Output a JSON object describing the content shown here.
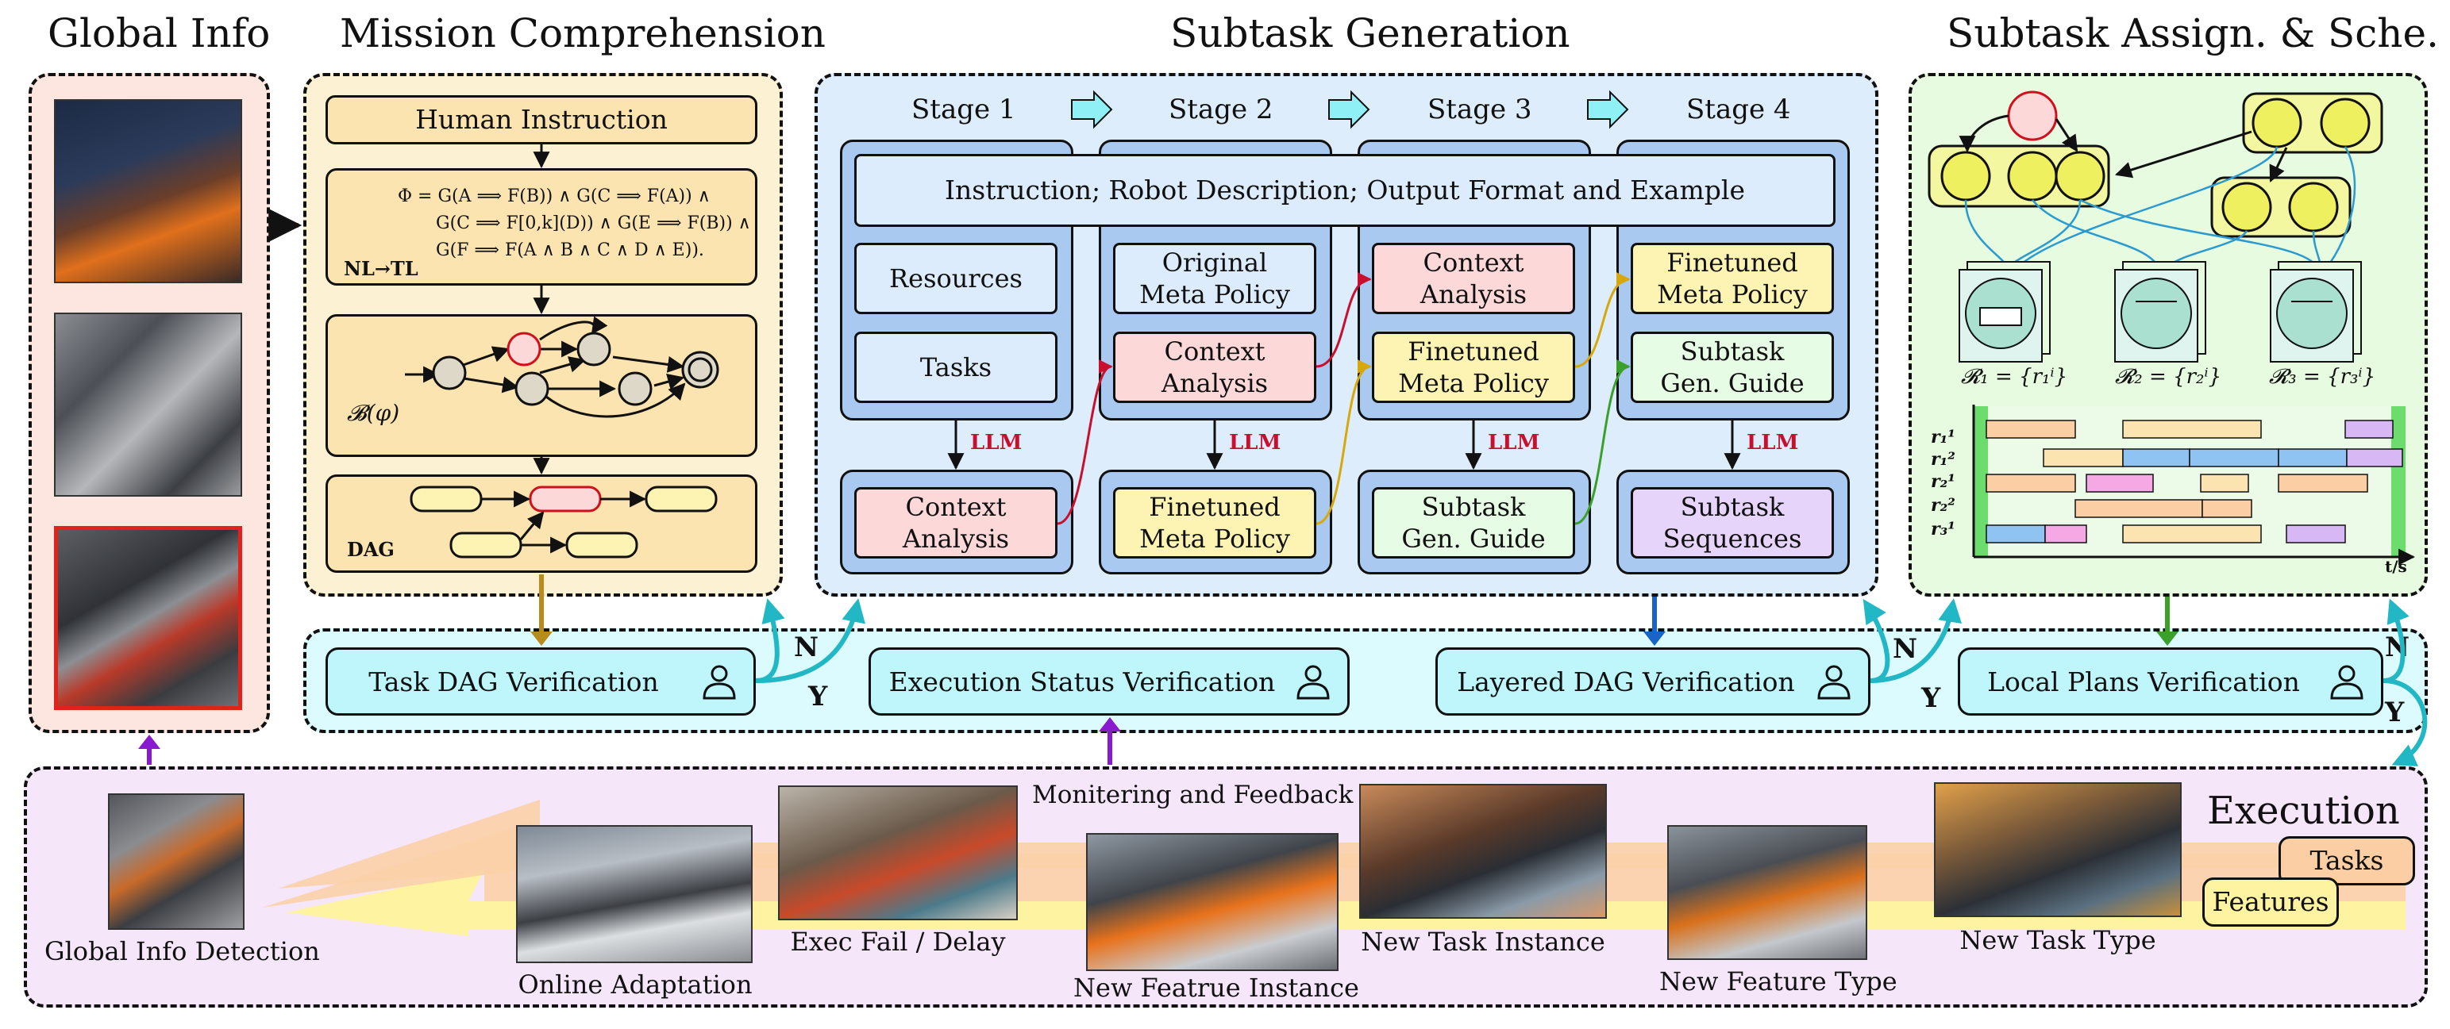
{
  "titles": {
    "global": "Global Info",
    "mission": "Mission Comprehension",
    "subtask_gen": "Subtask Generation",
    "assign": "Subtask Assign. & Sche."
  },
  "mission": {
    "human_instruction": "Human Instruction",
    "nl_tl": "NL→TL",
    "formula_lines": [
      "Φ = G(A ⟹ F(B)) ∧ G(C ⟹ F(A)) ∧",
      "G(C ⟹ F[0,k](D)) ∧ G(E ⟹ F(B)) ∧",
      "G(F ⟹ F(A ∧ B ∧ C ∧ D ∧ E))."
    ],
    "buchi_label": "𝓑(φ)",
    "dag_label": "DAG"
  },
  "subtask": {
    "stages": [
      "Stage 1",
      "Stage 2",
      "Stage 3",
      "Stage 4"
    ],
    "banner": "Instruction; Robot Description; Output Format and Example",
    "llm": "LLM",
    "s1": [
      "Resources",
      "Tasks",
      "Context\nAnalysis"
    ],
    "s2": [
      "Original\nMeta Policy",
      "Context\nAnalysis",
      "Finetuned\nMeta Policy"
    ],
    "s3": [
      "Context\nAnalysis",
      "Finetuned\nMeta Policy",
      "Subtask\nGen. Guide"
    ],
    "s4": [
      "Finetuned\nMeta Policy",
      "Subtask\nGen. Guide",
      "Subtask\nSequences"
    ]
  },
  "assign": {
    "robot_sets": [
      "𝓡₁ = {r₁ⁱ}",
      "𝓡₂ = {r₂ⁱ}",
      "𝓡₃ = {r₃ⁱ}"
    ],
    "gantt_rows": [
      "r₁¹",
      "r₁²",
      "r₂¹",
      "r₂²",
      "r₃¹"
    ],
    "time_axis": "t/s"
  },
  "verification": {
    "items": [
      "Task DAG Verification",
      "Execution Status Verification",
      "Layered DAG Verification",
      "Local Plans Verification"
    ],
    "no": "N",
    "yes": "Y"
  },
  "execution": {
    "title": "Execution",
    "monitoring": "Monitering and Feedback",
    "captions": [
      "Global Info Detection",
      "Online Adaptation",
      "Exec Fail / Delay",
      "New Featrue Instance",
      "New Task Instance",
      "New Feature Type",
      "New Task Type"
    ],
    "legend_tasks": "Tasks",
    "legend_features": "Features"
  },
  "colors": {
    "global_bg": "#fde6df",
    "mission_bg": "#fdf1d4",
    "subtask_bg": "#deedfb",
    "assign_bg": "#e6fbe0",
    "verif_bg": "#dcfbfe",
    "exec_bg": "#f5e6fa",
    "yellow_box": "#fdf4b4",
    "pink_box": "#fcd8d8",
    "green_box": "#e6fce4",
    "purple_box": "#e6d4fb",
    "stage_blue": "#a9c9f1"
  }
}
